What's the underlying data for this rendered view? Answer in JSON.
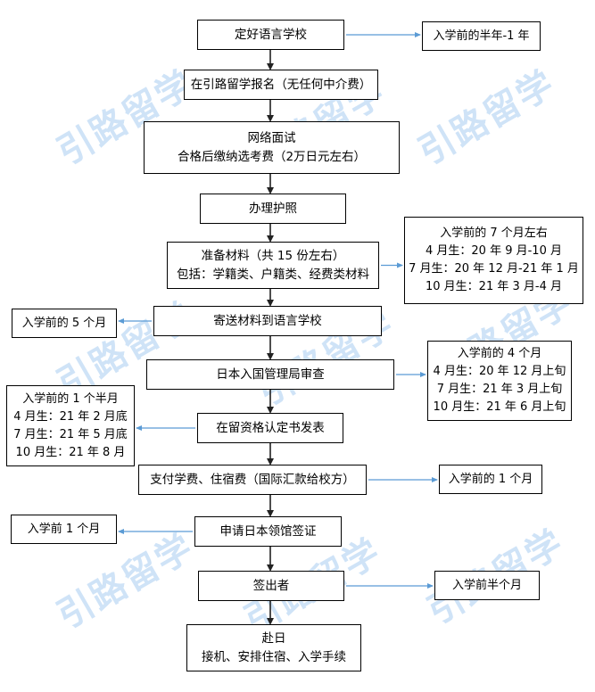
{
  "watermark": "引路留学",
  "colors": {
    "main_arrow": "#222222",
    "side_arrow": "#5b9bd5",
    "watermark": "#cfe3f7",
    "box_border": "#000000"
  },
  "steps": [
    {
      "id": "choose-school",
      "lines": [
        "定好语言学校"
      ]
    },
    {
      "id": "register",
      "lines": [
        "在引路留学报名（无任何中介费）"
      ]
    },
    {
      "id": "online-interview",
      "lines": [
        "网络面试",
        "合格后缴纳选考费（2万日元左右）"
      ]
    },
    {
      "id": "passport",
      "lines": [
        "办理护照"
      ]
    },
    {
      "id": "prepare-materials",
      "lines": [
        "准备材料（共 15 份左右）",
        "包括：学籍类、户籍类、经费类材料"
      ]
    },
    {
      "id": "send-materials",
      "lines": [
        "寄送材料到语言学校"
      ]
    },
    {
      "id": "immigration-review",
      "lines": [
        "日本入国管理局审查"
      ]
    },
    {
      "id": "coe-issued",
      "lines": [
        "在留资格认定书发表"
      ]
    },
    {
      "id": "pay-fees",
      "lines": [
        "支付学费、住宿费（国际汇款给校方）"
      ]
    },
    {
      "id": "visa-apply",
      "lines": [
        "申请日本领馆签证"
      ]
    },
    {
      "id": "visa-issued",
      "lines": [
        "签出者"
      ]
    },
    {
      "id": "go-japan",
      "lines": [
        "赴日",
        "接机、安排住宿、入学手续"
      ]
    }
  ],
  "notes": [
    {
      "id": "note-choose-school",
      "step": "choose-school",
      "side": "right",
      "lines": [
        "入学前的半年-1 年"
      ]
    },
    {
      "id": "note-prepare-materials",
      "step": "prepare-materials",
      "side": "right",
      "lines": [
        "入学前的 7 个月左右",
        "4 月生：20 年 9 月-10 月",
        "7 月生：20 年 12 月-21 年 1 月",
        "10 月生：21 年 3 月-4 月"
      ]
    },
    {
      "id": "note-send-materials",
      "step": "send-materials",
      "side": "left",
      "lines": [
        "入学前的 5 个月"
      ]
    },
    {
      "id": "note-immigration-review",
      "step": "immigration-review",
      "side": "right",
      "lines": [
        "入学前的 4 个月",
        "4 月生：20 年 12 月上旬",
        "7 月生：21 年 3 月上旬",
        "10 月生：21 年 6 月上旬"
      ]
    },
    {
      "id": "note-coe-issued",
      "step": "coe-issued",
      "side": "left",
      "lines": [
        "入学前的 1 个半月",
        "4 月生：21 年 2 月底",
        "7 月生：21 年 5 月底",
        "10 月生：21 年 8 月"
      ]
    },
    {
      "id": "note-pay-fees",
      "step": "pay-fees",
      "side": "right",
      "lines": [
        "入学前的 1 个月"
      ]
    },
    {
      "id": "note-visa-apply",
      "step": "visa-apply",
      "side": "left",
      "lines": [
        "入学前 1 个月"
      ]
    },
    {
      "id": "note-visa-issued",
      "step": "visa-issued",
      "side": "right",
      "lines": [
        "入学前半个月"
      ]
    }
  ]
}
